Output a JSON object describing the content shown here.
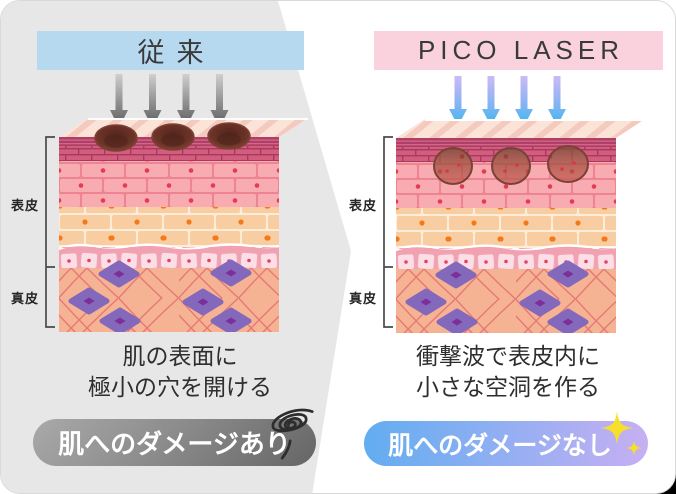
{
  "panels": {
    "left": {
      "header": "従来",
      "caption": {
        "line1": "肌の表面に",
        "line2": "極小の穴を開ける"
      },
      "badge": {
        "label": "肌へのダメージあり",
        "icon": "scribble-damage-icon"
      },
      "skin_labels": {
        "epidermis": "表皮",
        "dermis": "真皮"
      }
    },
    "right": {
      "header": "PICO LASER",
      "caption": {
        "line1": "衝撃波で表皮内に",
        "line2": "小さな空洞を作る"
      },
      "badge": {
        "label": "肌へのダメージなし",
        "icon": "sparkles-icon"
      },
      "skin_labels": {
        "epidermis": "表皮",
        "dermis": "真皮"
      }
    }
  },
  "colors": {
    "left_header_bg": "#b7d9f0",
    "right_header_bg": "#f9d2de",
    "panel_shape_gray": "#e7e7e7",
    "left_badge_gradient": [
      "#a9a9a9",
      "#656565"
    ],
    "right_badge_gradient": [
      "#62adf0",
      "#c7aff3"
    ],
    "conventional_arrow_gradient": [
      "#cfcfcf",
      "#585858"
    ],
    "pico_arrow_gradient": [
      "#cdb9f7",
      "#3ab7ef"
    ],
    "sparkle_yellow": "#f7df2b",
    "epidermis_brick_pink": "#f9abb2",
    "epidermis_brick_orange": "#f8cda2",
    "dermis_salmon": "#f6b394",
    "fibroblast_purple": "#8368bb"
  }
}
